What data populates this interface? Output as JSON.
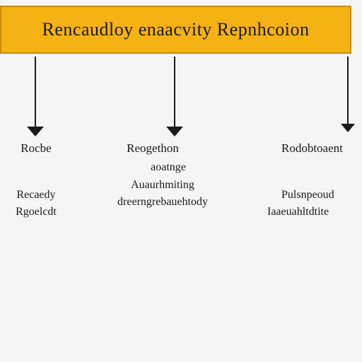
{
  "header": {
    "title": "Rencaudloy enaacvity Repnhcoion"
  },
  "nodes": [
    {
      "title": "Rocbe",
      "subtitle": "",
      "desc_lines": [
        "Recaedy",
        "Rgoelcdt"
      ]
    },
    {
      "title": "Reogethon",
      "subtitle": "aoatnge",
      "desc_lines": [
        "Auaurhmiting",
        "dreerngrebauehtody"
      ]
    },
    {
      "title": "Rodobtoaent",
      "subtitle": "",
      "desc_lines": [
        "Pulsnpeoud",
        "Iaaeuahltdtite"
      ]
    }
  ],
  "colors": {
    "header_fill": "#f4b213",
    "header_border": "#c98c00",
    "connector": "#1a1a1a",
    "background": "#f5f5f5"
  }
}
